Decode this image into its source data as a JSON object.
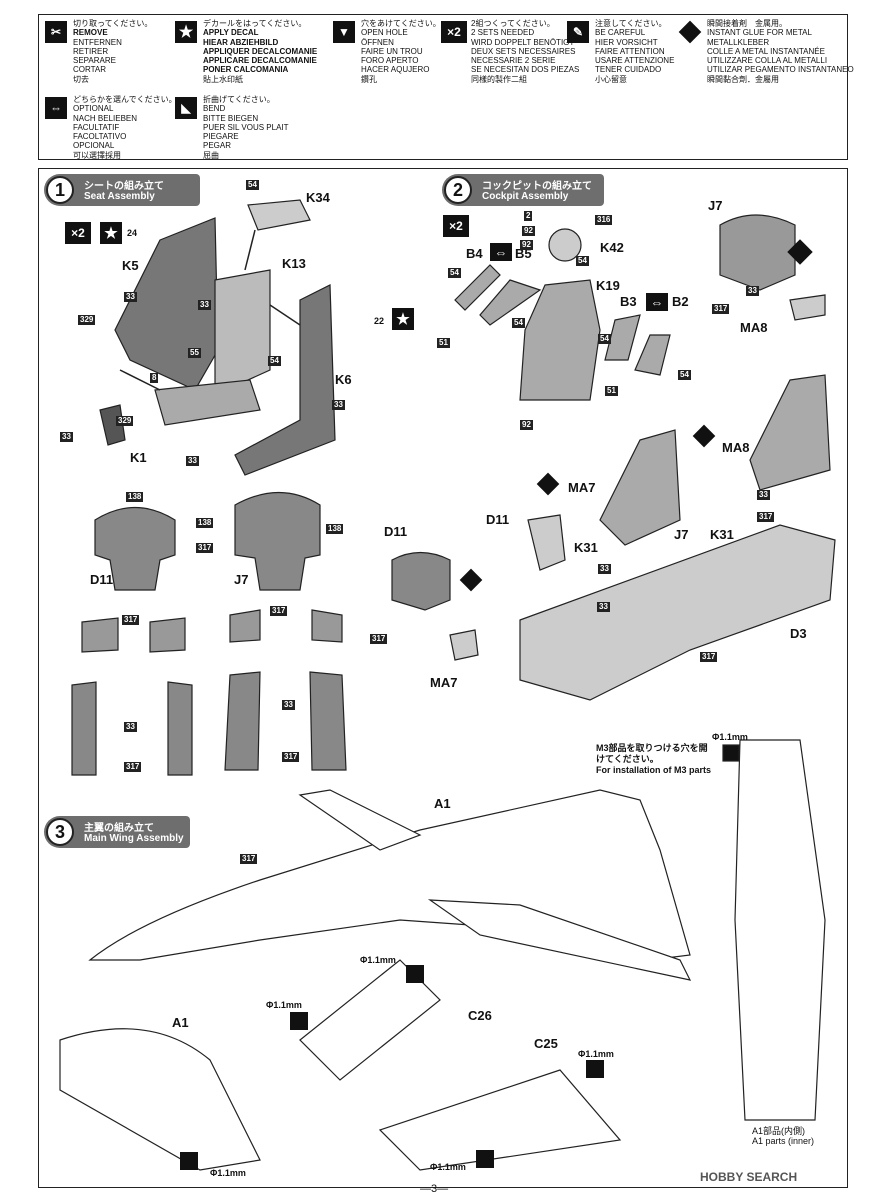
{
  "legend": {
    "remove": {
      "ja": "切り取ってください。",
      "lines": [
        "REMOVE",
        "ENTFERNEN",
        "RETIRER",
        "SEPARARE",
        "CORTAR"
      ],
      "zh": "切去"
    },
    "decal": {
      "ja": "デカールをはってください。",
      "lines": [
        "APPLY DECAL",
        "HIEAR ABZIEHBILD",
        "APPLIQUER DECALCOMANIE",
        "APPLICARE DECALCOMANIE",
        "PONER CALCOMANIA"
      ],
      "zh": "貼上水印紙"
    },
    "hole": {
      "ja": "穴をあけてください。",
      "lines": [
        "OPEN HOLE",
        "ÖFFNEN",
        "FAIRE UN TROU",
        "FORO APERTO",
        "HACER AQUJERO"
      ],
      "zh": "鑽孔"
    },
    "twosets": {
      "ja": "2組つくってください。",
      "lines": [
        "2 SETS NEEDED",
        "WIRD DOPPELT BENÖTIGT",
        "DEUX SETS NECESSAIRES",
        "NECESSARIE 2 SERIE",
        "SE NECESITAN DOS PIEZAS"
      ],
      "zh": "同樣的製作二組",
      "icon": "×2"
    },
    "careful": {
      "ja": "注意してください。",
      "lines": [
        "BE CAREFUL",
        "HIER VORSICHT",
        "FAIRE ATTENTION",
        "USARE ATTENZIONE",
        "TENER CUIDADO"
      ],
      "zh": "小心留意"
    },
    "glue": {
      "ja": "瞬間接着剤　金属用。",
      "lines": [
        "INSTANT GLUE FOR METAL",
        "METALLKLEBER",
        "COLLE A METAL INSTANTANÉE",
        "UTILIZZARE COLLA AL METALLI",
        "UTILIZAR PEGAMENTO INSTANTANEO"
      ],
      "zh": "瞬間黏合劑．金屬用"
    },
    "optional": {
      "ja": "どちらかを選んでください。",
      "lines": [
        "OPTIONAL",
        "NACH BELIEBEN",
        "FACULTATIF",
        "FACOLTATIVO",
        "OPCIONAL"
      ],
      "zh": "可以選擇採用"
    },
    "bend": {
      "ja": "折曲げてください。",
      "lines": [
        "BEND",
        "BITTE BIEGEN",
        "PUER SIL VOUS PLAIT",
        "PIEGARE",
        "PEGAR"
      ],
      "zh": "屈曲"
    }
  },
  "steps": [
    {
      "num": "1",
      "ja": "シートの組み立て",
      "en": "Seat Assembly"
    },
    {
      "num": "2",
      "ja": "コックピットの組み立て",
      "en": "Cockpit Assembly"
    },
    {
      "num": "3",
      "ja": "主翼の組み立て",
      "en": "Main Wing Assembly"
    }
  ],
  "parts": {
    "step1": [
      "K34",
      "K13",
      "K5",
      "K6",
      "K1",
      "D11",
      "J7"
    ],
    "step2": [
      "B4",
      "B5",
      "K42",
      "K19",
      "B3",
      "B2",
      "J7",
      "MA8",
      "MA7",
      "D11",
      "K31",
      "D3"
    ],
    "step3": [
      "A1",
      "C26",
      "C25"
    ]
  },
  "colors": {
    "K34": "54",
    "K5a": "33",
    "K5b": "329",
    "K13": "33",
    "K13b": "54",
    "K6": "33",
    "K1": "33",
    "K1b": "329",
    "i55": "55",
    "i8": "8",
    "i24": "24",
    "i22": "22",
    "d138": "138",
    "d317": "317",
    "b54": "54",
    "b51": "51",
    "b92": "92",
    "b2": "2",
    "b316": "316"
  },
  "multiplier": "×2",
  "hole_note": {
    "ja": "M3部品を取りつける穴を開けてください。",
    "en": "For installation of M3 parts"
  },
  "drill": "Φ1.1mm",
  "inner": {
    "ja": "A1部品(内側)",
    "en": "A1 parts (inner)"
  },
  "page_number": "—3—",
  "watermark": "HOBBY SEARCH",
  "icons": [
    "scissors-icon",
    "star-icon",
    "drill-icon",
    "multiply-icon",
    "pen-icon",
    "glue-icon",
    "optional-arrows-icon",
    "bend-icon"
  ]
}
